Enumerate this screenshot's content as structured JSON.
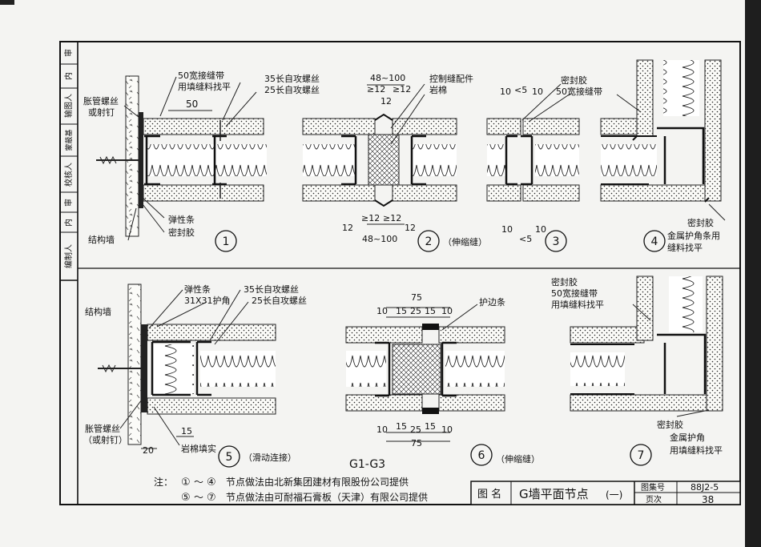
{
  "side_column": {
    "cells": [
      "审",
      "内",
      "输图人",
      "蒙蔽基",
      "校核人",
      "审",
      "内",
      "编制人"
    ]
  },
  "details": {
    "d1": {
      "number": "1",
      "labels": [
        "50宽接缝带",
        "用填缝料找平",
        "35长自攻螺丝",
        "25长自攻螺丝",
        "50",
        "胀管螺丝",
        "或射钉",
        "弹性条",
        "密封胶",
        "结构墙"
      ]
    },
    "d2": {
      "number": "2",
      "caption": "（伸缩缝）",
      "labels": [
        "48~100",
        "≥12",
        "≥12",
        "12",
        "控制缝配件",
        "岩棉",
        "12",
        "≥12",
        "≥12",
        "12",
        "48~100"
      ]
    },
    "d3": {
      "number": "3",
      "labels": [
        "密封胶",
        "10",
        "<5",
        "10",
        "50宽接缝带",
        "10",
        "10",
        "<5"
      ]
    },
    "d4": {
      "number": "4",
      "labels": [
        "密封胶",
        "金属护角条用",
        "缝料找平"
      ]
    },
    "d5": {
      "number": "5",
      "caption": "（滑动连接）",
      "labels": [
        "弹性条",
        "31X31护角",
        "35长自攻螺丝",
        "25长自攻螺丝",
        "结构墙",
        "胀管螺丝",
        "（或射钉）",
        "15",
        "20",
        "岩棉填实"
      ]
    },
    "d6": {
      "number": "6",
      "caption": "（伸缩缝）",
      "labels": [
        "75",
        "10",
        "15",
        "25",
        "15",
        "10",
        "护边条",
        "10",
        "15",
        "25",
        "15",
        "10",
        "75"
      ]
    },
    "d7": {
      "number": "7",
      "labels": [
        "密封胶",
        "50宽接缝带",
        "用填缝料找平",
        "密封胶",
        "金属护角",
        "用填缝料找平"
      ]
    }
  },
  "series_code": "G1-G3",
  "notes": {
    "prefix": "注：",
    "line1_a": "①",
    "line1_b": "～",
    "line1_c": "④",
    "line1_text": "节点做法由北新集团建材有限股份公司提供",
    "line2_a": "⑤",
    "line2_b": "～",
    "line2_c": "⑦",
    "line2_text": "节点做法由可耐福石膏板（天津）有限公司提供"
  },
  "title_block": {
    "label": "图  名",
    "title": "G墙平面节点",
    "title_suffix": "(一)",
    "atlas_label": "图集号",
    "atlas_value": "88J2-5",
    "page_label": "页次",
    "page_value": "38"
  }
}
